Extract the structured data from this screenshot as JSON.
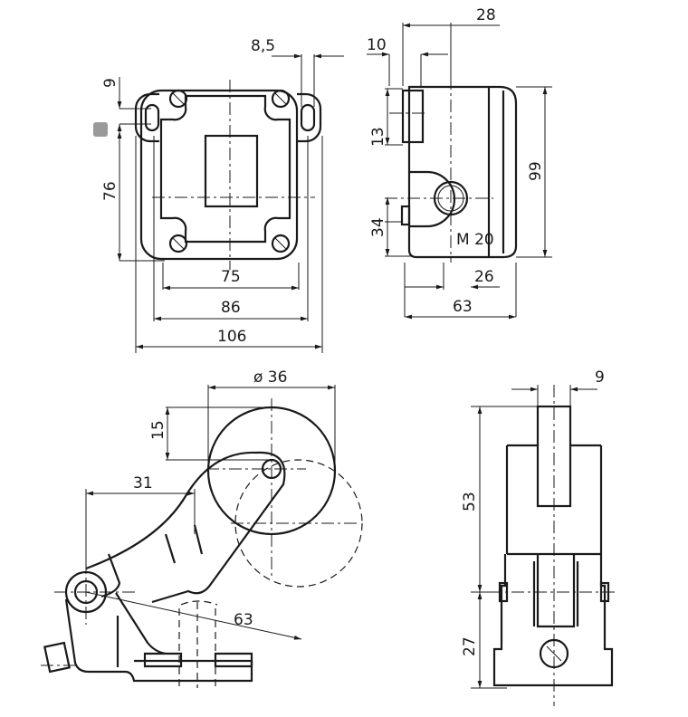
{
  "front_view": {
    "dim_tab_width": "8,5",
    "dim_slot": "9",
    "dim_height": "76",
    "dim_inner_width": "75",
    "dim_hole_spacing": "86",
    "dim_overall_width": "106"
  },
  "side_view": {
    "dim_top": "28",
    "dim_offset": "10",
    "dim_13": "13",
    "dim_height": "99",
    "dim_34": "34",
    "thread_label": "M 20",
    "dim_26": "26",
    "dim_depth": "63"
  },
  "lever_view": {
    "dim_roller_diameter": "ø 36",
    "dim_15": "15",
    "dim_31": "31",
    "dim_radius": "63"
  },
  "end_view": {
    "dim_roller_width": "9",
    "dim_53": "53",
    "dim_27": "27"
  },
  "icons": {
    "image_placeholder": "image-icon"
  }
}
